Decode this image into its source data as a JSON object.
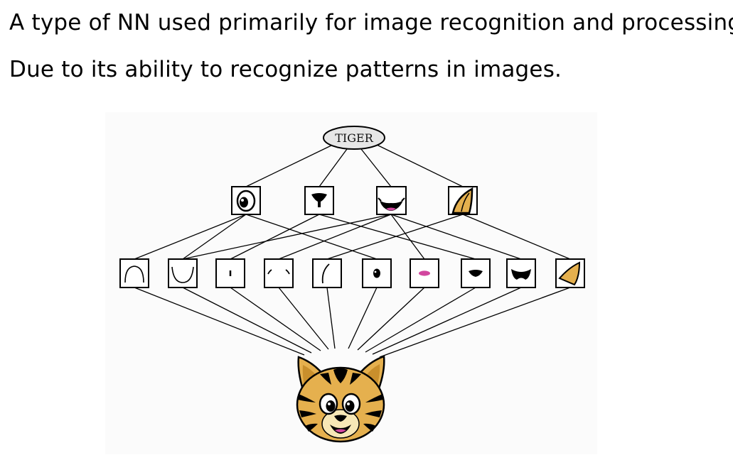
{
  "text": {
    "line1": "A type of NN used primarily for image recognition and processing",
    "line2": "Due to its ability to recognize patterns in images."
  },
  "diagram": {
    "top_label": "TIGER",
    "mid_features": [
      "eye-icon",
      "nose-icon",
      "mouth-icon",
      "ear-icon"
    ],
    "low_features": [
      "arch-curve-icon",
      "u-curve-icon",
      "short-stroke-icon",
      "brow-ticks-icon",
      "left-arc-icon",
      "pupil-dot-icon",
      "tongue-icon",
      "nose-tip-icon",
      "mouth-shape-icon",
      "ear-piece-icon"
    ],
    "colors": {
      "stroke": "#000000",
      "oval_fill": "#e6e6e6",
      "tiger_orange": "#e5b04e",
      "tongue_pink": "#d2479f",
      "muzzle": "#f7e7b6"
    }
  }
}
